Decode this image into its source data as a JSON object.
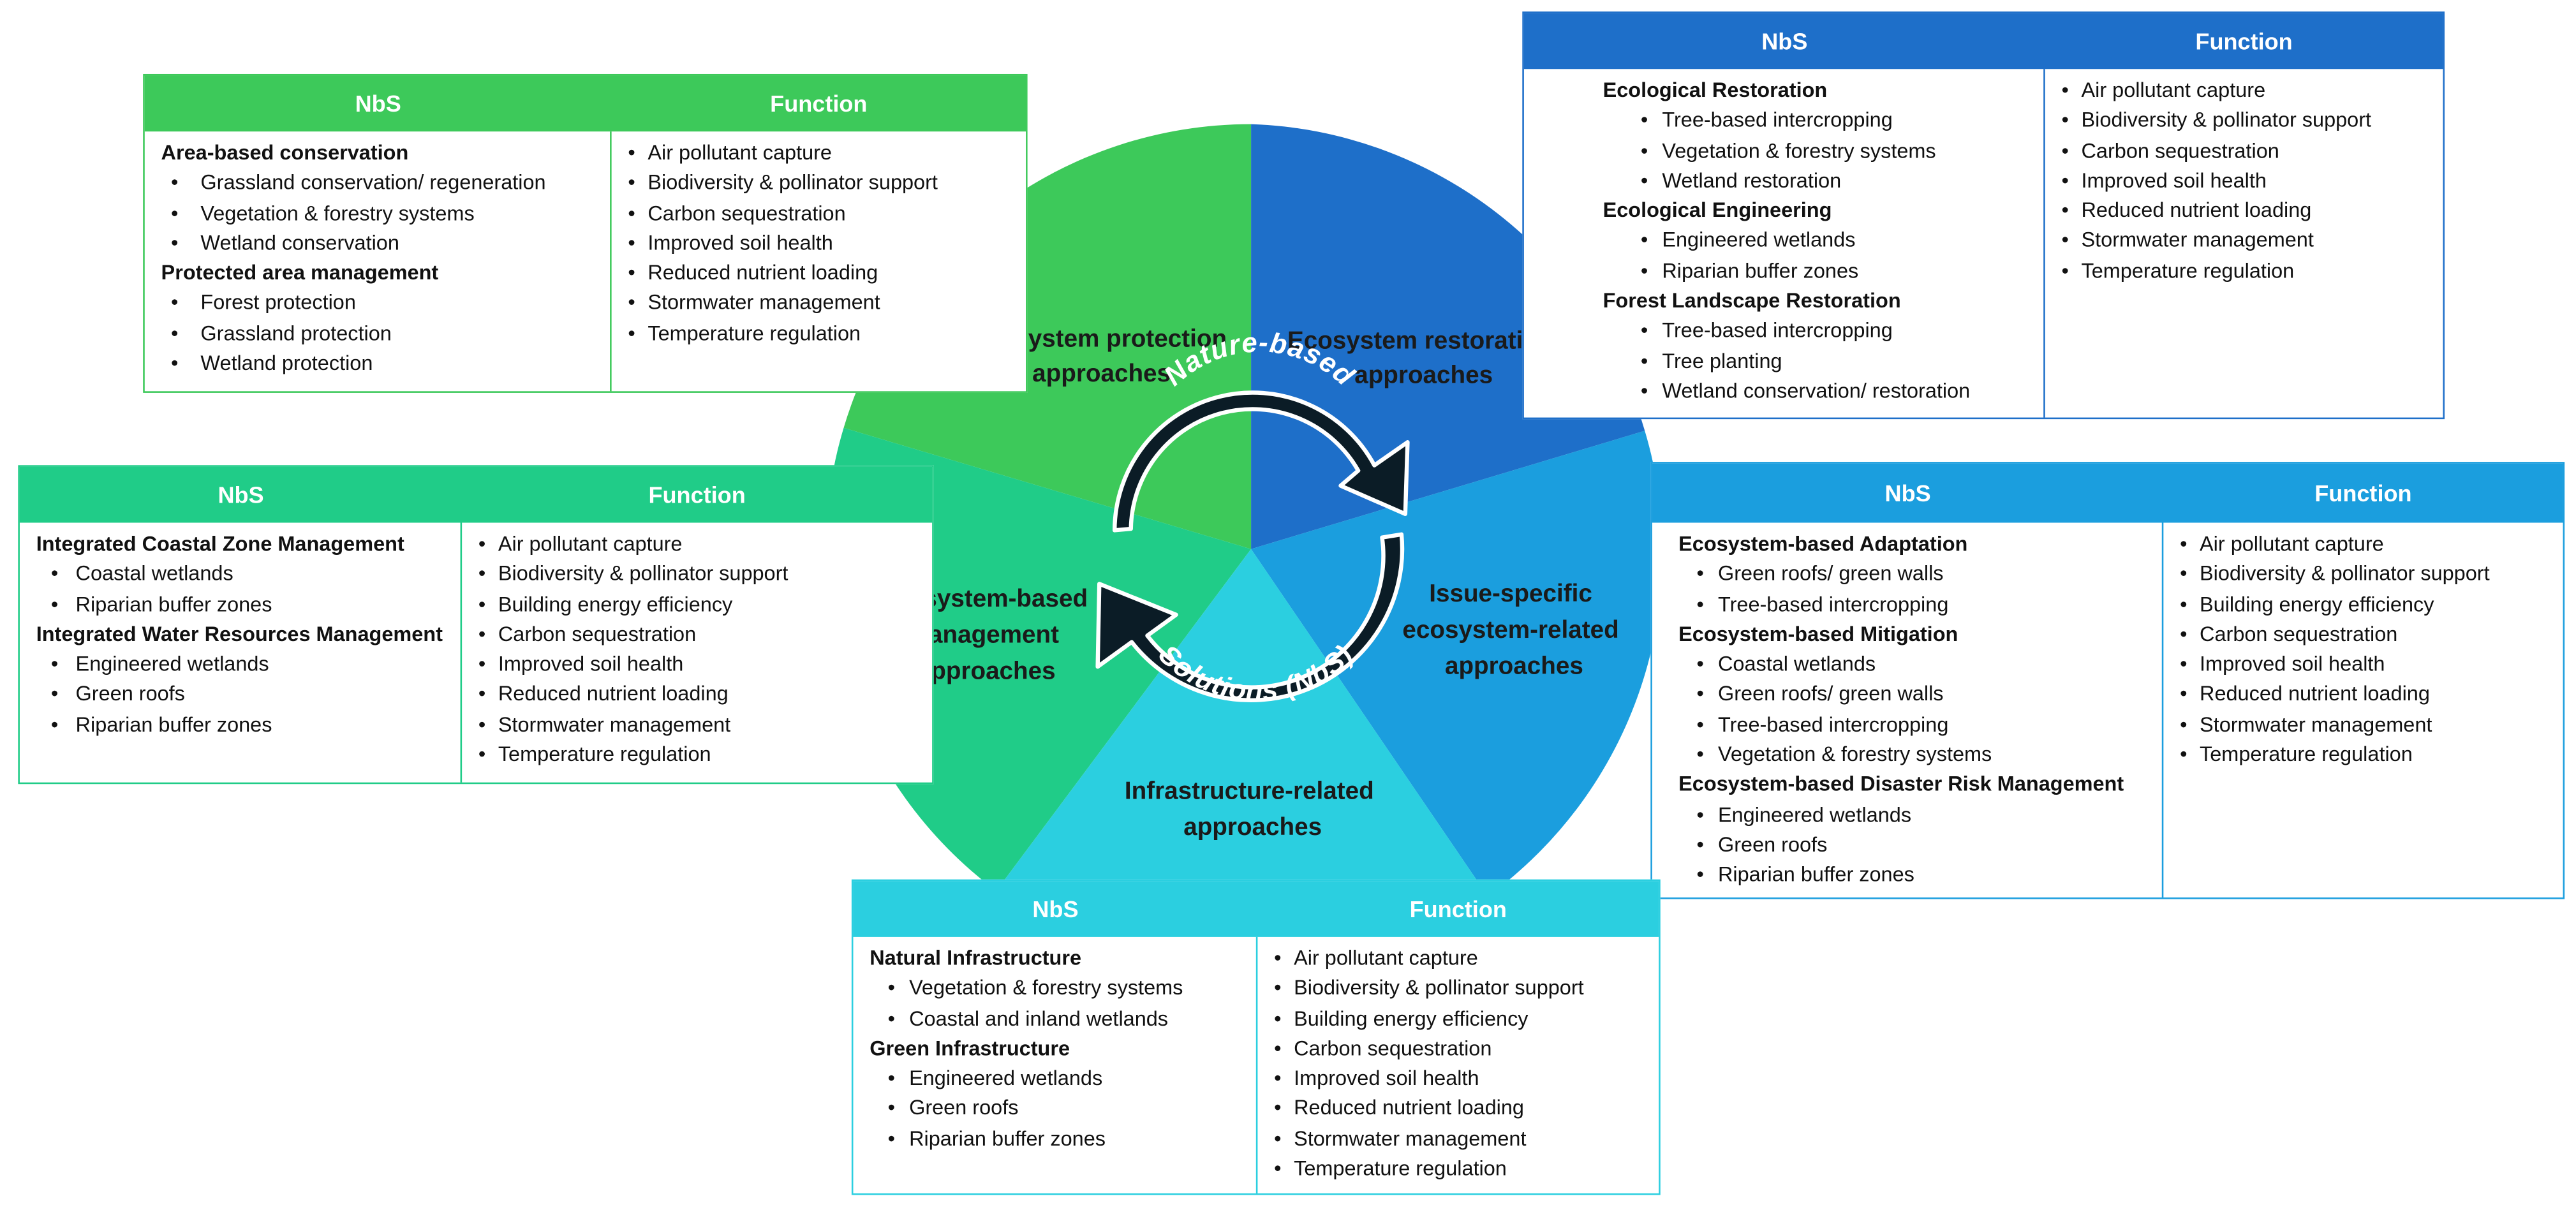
{
  "center": {
    "top_text": "Nature-based",
    "bottom_text": "Solutions (NbS)"
  },
  "segments": {
    "protection": {
      "line1": "Ecosystem protection",
      "line2": "approaches",
      "color": "#3dc95a"
    },
    "restoration": {
      "line1": "Ecosystem restoration",
      "line2": "approaches",
      "color": "#1e6fc9"
    },
    "management": {
      "line1": "Ecosystem-based",
      "line2": "management",
      "line3": "approaches",
      "color": "#20cc88"
    },
    "issue": {
      "line1": "Issue-specific",
      "line2": "ecosystem-related",
      "line3": "approaches",
      "color": "#1b9ede"
    },
    "infrastructure": {
      "line1": "Infrastructure-related",
      "line2": "approaches",
      "color": "#2bcfe0"
    }
  },
  "tables": {
    "protection": {
      "nbs_header": "NbS",
      "function_header": "Function",
      "color": "#3dc95a",
      "groups": [
        {
          "category": "Area-based conservation",
          "items": [
            "Grassland conservation/ regeneration",
            "Vegetation & forestry systems",
            "Wetland conservation"
          ]
        },
        {
          "category": "Protected area management",
          "items": [
            "Forest protection",
            "Grassland protection",
            "Wetland protection"
          ]
        }
      ],
      "functions": [
        "Air pollutant capture",
        "Biodiversity & pollinator support",
        "Carbon sequestration",
        "Improved soil health",
        "Reduced nutrient loading",
        "Stormwater management",
        "Temperature regulation"
      ]
    },
    "restoration": {
      "nbs_header": "NbS",
      "function_header": "Function",
      "color": "#1e6fc9",
      "groups": [
        {
          "category": "Ecological Restoration",
          "items": [
            "Tree-based intercropping",
            "Vegetation & forestry systems",
            "Wetland restoration"
          ]
        },
        {
          "category": "Ecological Engineering",
          "items": [
            "Engineered wetlands",
            "Riparian buffer zones"
          ]
        },
        {
          "category": "Forest Landscape Restoration",
          "items": [
            "Tree-based intercropping",
            "Tree planting",
            "Wetland conservation/ restoration"
          ]
        }
      ],
      "functions": [
        "Air pollutant capture",
        "Biodiversity & pollinator support",
        "Carbon sequestration",
        "Improved soil health",
        "Reduced nutrient loading",
        "Stormwater management",
        "Temperature regulation"
      ]
    },
    "management": {
      "nbs_header": "NbS",
      "function_header": "Function",
      "color": "#20cc88",
      "groups": [
        {
          "category": "Integrated Coastal Zone Management",
          "items": [
            "Coastal wetlands",
            "Riparian buffer zones"
          ]
        },
        {
          "category": "Integrated Water Resources Management",
          "items": [
            "Engineered wetlands",
            "Green roofs",
            "Riparian buffer zones"
          ]
        }
      ],
      "functions": [
        "Air pollutant capture",
        "Biodiversity & pollinator support",
        "Building energy efficiency",
        "Carbon sequestration",
        "Improved soil health",
        "Reduced nutrient loading",
        "Stormwater management",
        "Temperature regulation"
      ]
    },
    "issue": {
      "nbs_header": "NbS",
      "function_header": "Function",
      "color": "#1b9ede",
      "groups": [
        {
          "category": "Ecosystem-based Adaptation",
          "items": [
            "Green roofs/ green walls",
            "Tree-based intercropping"
          ]
        },
        {
          "category": "Ecosystem-based Mitigation",
          "items": [
            "Coastal wetlands",
            "Green roofs/ green walls",
            "Tree-based intercropping",
            "Vegetation & forestry systems"
          ]
        },
        {
          "category": "Ecosystem-based Disaster Risk Management",
          "items": [
            "Engineered wetlands",
            "Green roofs",
            "Riparian buffer zones"
          ]
        }
      ],
      "functions": [
        "Air pollutant capture",
        "Biodiversity & pollinator support",
        "Building energy efficiency",
        "Carbon sequestration",
        "Improved soil health",
        "Reduced nutrient loading",
        "Stormwater management",
        "Temperature regulation"
      ]
    },
    "infrastructure": {
      "nbs_header": "NbS",
      "function_header": "Function",
      "color": "#2bcfe0",
      "groups": [
        {
          "category": "Natural Infrastructure",
          "items": [
            "Vegetation & forestry systems",
            "Coastal and inland wetlands"
          ]
        },
        {
          "category": "Green Infrastructure",
          "items": [
            "Engineered wetlands",
            "Green roofs",
            "Riparian buffer zones"
          ]
        }
      ],
      "functions": [
        "Air pollutant capture",
        "Biodiversity & pollinator support",
        "Building energy efficiency",
        "Carbon sequestration",
        "Improved soil health",
        "Reduced nutrient loading",
        "Stormwater management",
        "Temperature regulation"
      ]
    }
  }
}
